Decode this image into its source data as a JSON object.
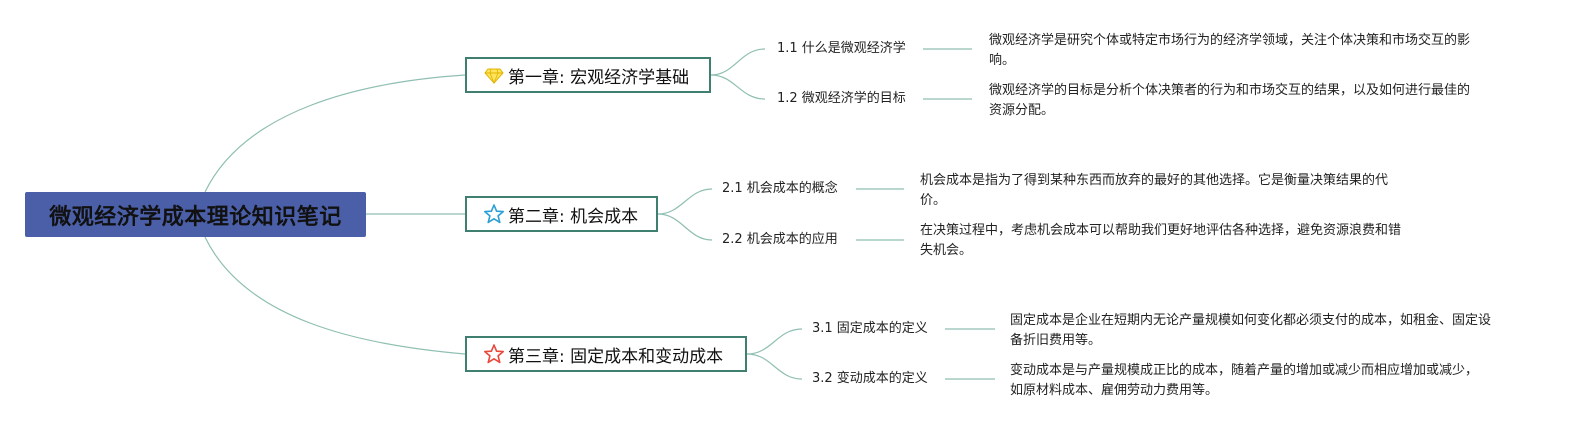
{
  "root": {
    "title": "微观经济学成本理论知识笔记"
  },
  "chapters": [
    {
      "title": "第一章: 宏观经济学基础",
      "icon": "diamond-icon",
      "subtopics": [
        {
          "label": "1.1 什么是微观经济学",
          "note": "微观经济学是研究个体或特定市场行为的经济学领域，关注个体决策和市场交互的影响。"
        },
        {
          "label": "1.2 微观经济学的目标",
          "note": "微观经济学的目标是分析个体决策者的行为和市场交互的结果，以及如何进行最佳的资源分配。"
        }
      ]
    },
    {
      "title": "第二章: 机会成本",
      "icon": "star-outline-icon",
      "subtopics": [
        {
          "label": "2.1 机会成本的概念",
          "note": "机会成本是指为了得到某种东西而放弃的最好的其他选择。它是衡量决策结果的代价。"
        },
        {
          "label": "2.2 机会成本的应用",
          "note": "在决策过程中，考虑机会成本可以帮助我们更好地评估各种选择，避免资源浪费和错失机会。"
        }
      ]
    },
    {
      "title": "第三章: 固定成本和变动成本",
      "icon": "star-red-icon",
      "subtopics": [
        {
          "label": "3.1 固定成本的定义",
          "note": "固定成本是企业在短期内无论产量规模如何变化都必须支付的成本，如租金、固定设备折旧费用等。"
        },
        {
          "label": "3.2 变动成本的定义",
          "note": "变动成本是与产量规模成正比的成本，随着产量的增加或减少而相应增加或减少，如原材料成本、雇佣劳动力费用等。"
        }
      ]
    }
  ],
  "colors": {
    "root_fill": "#4a5fa8",
    "chapter_border": "#3e7f6f",
    "connector": "#8fbfb2"
  }
}
